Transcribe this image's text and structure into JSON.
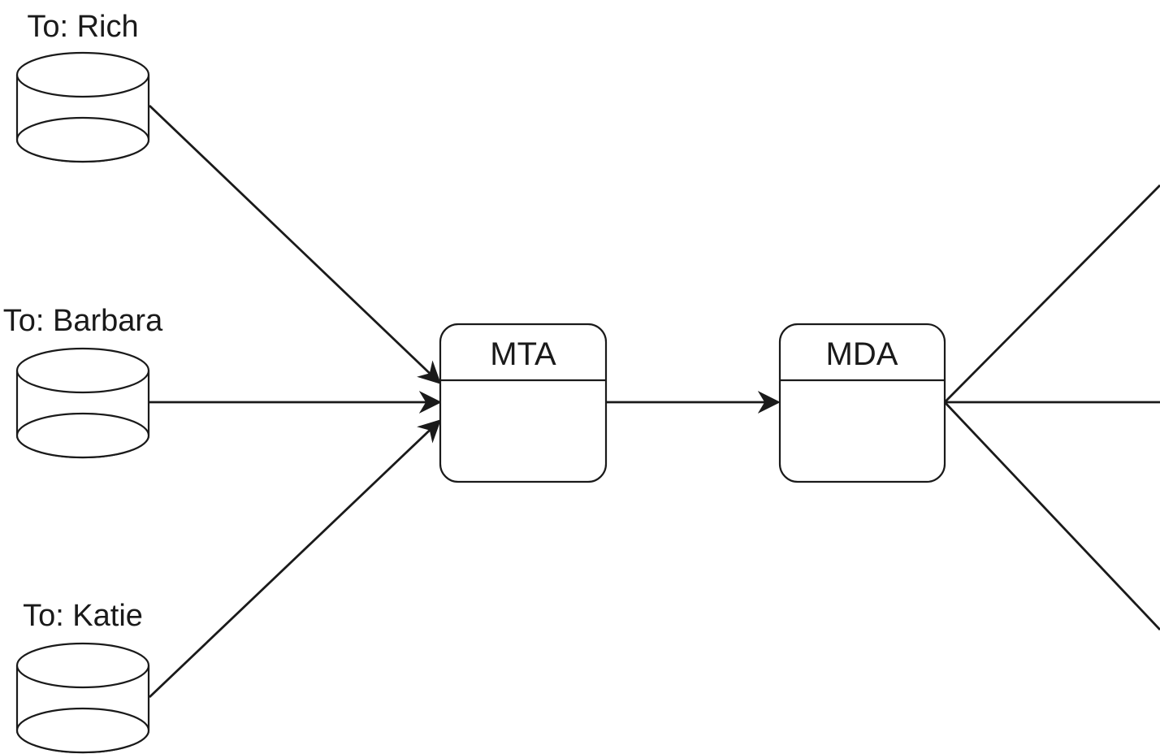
{
  "senders": [
    {
      "id": "rich",
      "label": "To: Rich"
    },
    {
      "id": "barbara",
      "label": "To: Barbara"
    },
    {
      "id": "katie",
      "label": "To: Katie"
    }
  ],
  "mta": {
    "title": "MTA"
  },
  "mda": {
    "title": "MDA"
  },
  "colors": {
    "stroke": "#1a1a1a",
    "background": "#ffffff"
  }
}
